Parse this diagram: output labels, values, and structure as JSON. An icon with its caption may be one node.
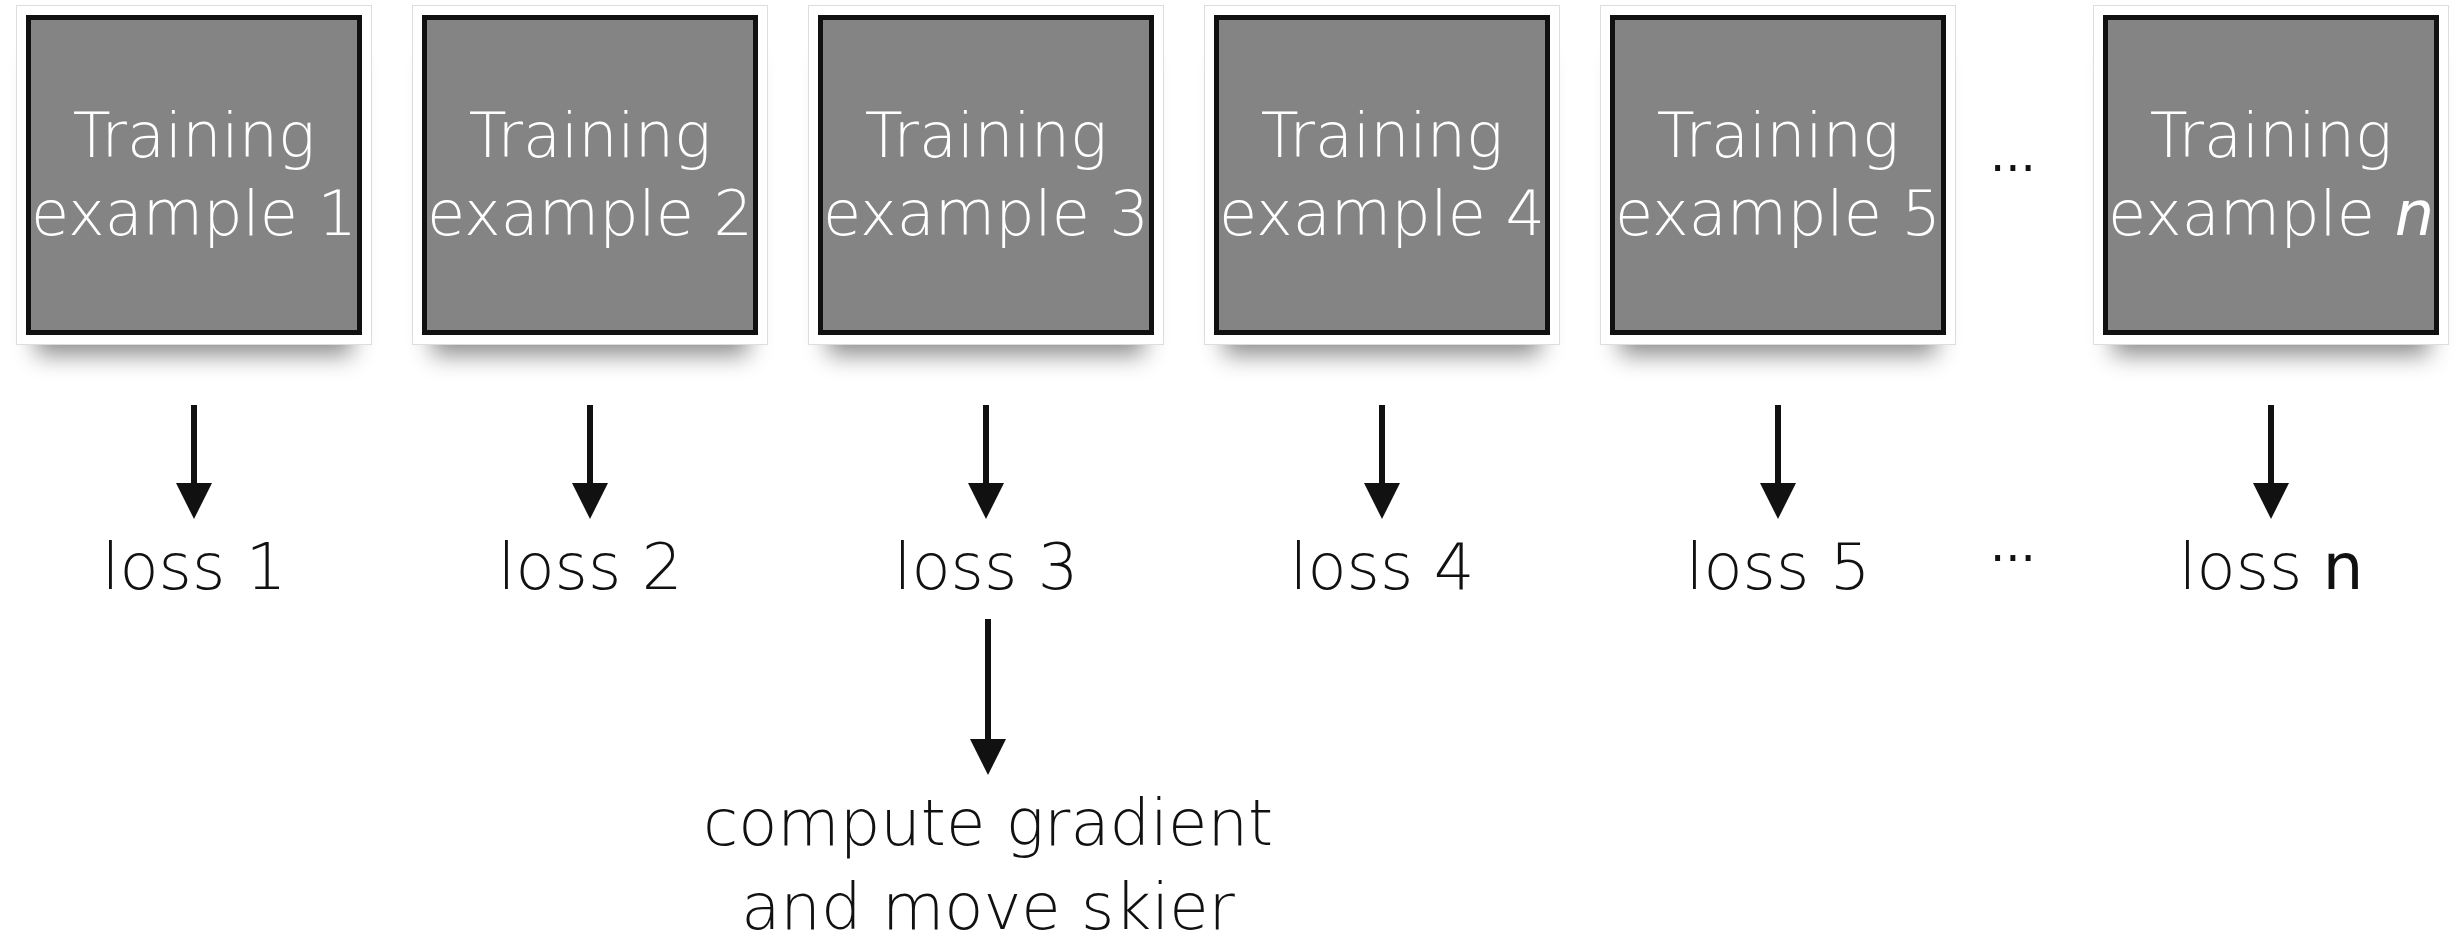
{
  "diagram": {
    "nodes": [
      {
        "text": [
          "Training example 1"
        ]
      },
      {
        "text": [
          "Training example 2"
        ]
      },
      {
        "text": [
          "Training example 3"
        ]
      },
      {
        "text": [
          "Training example 4"
        ]
      },
      {
        "text": [
          "Training example 5"
        ]
      },
      {
        "text": [
          "Training example *n*"
        ]
      },
      {
        "text": [
          "loss 1"
        ]
      },
      {
        "text": [
          "loss 2"
        ]
      },
      {
        "text": [
          "loss 3"
        ]
      },
      {
        "text": [
          "loss 4"
        ]
      },
      {
        "text": [
          "loss 5"
        ]
      },
      {
        "text": [
          "loss **n**"
        ]
      },
      {
        "text": [
          "compute gradient and move skier"
        ]
      }
    ],
    "edges": [
      {
        "from": 0,
        "to": 6,
        "arrow": "to"
      },
      {
        "from": 1,
        "to": 7,
        "arrow": "to"
      },
      {
        "from": 2,
        "to": 8,
        "arrow": "to"
      },
      {
        "from": 3,
        "to": 9,
        "arrow": "to"
      },
      {
        "from": 4,
        "to": 10,
        "arrow": "to"
      },
      {
        "from": 5,
        "to": 11,
        "arrow": "to"
      },
      {
        "from": 8,
        "to": 12,
        "arrow": "to"
      }
    ],
    "labels": [
      "···",
      "···"
    ]
  }
}
